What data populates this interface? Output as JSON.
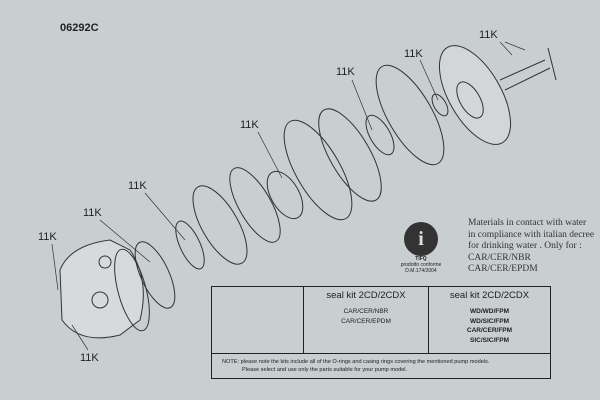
{
  "drawing_code": "06292C",
  "part_label": "11K",
  "labels": [
    "11K",
    "11K",
    "11K",
    "11K",
    "11K",
    "11K",
    "11K",
    "11K"
  ],
  "certification": {
    "logo_letter": "i",
    "logo_name": "TIFQ",
    "logo_caption_1": "prodotto conforme",
    "logo_caption_2": "D.M.174/2004",
    "text": [
      "Materials in contact with water",
      "in compliance with italian decree",
      "for drinking water . Only for :",
      "CAR/CER/NBR",
      "CAR/CER/EPDM"
    ]
  },
  "table": {
    "columns": [
      {
        "title": "seal kit 2CD/2CDX",
        "items": [
          "CAR/CER/NBR",
          "CAR/CER/EPDM"
        ]
      },
      {
        "title": "seal kit 2CD/2CDX",
        "items": [
          "WD/WD/FPM",
          "WD/SIC/FPM",
          "CAR/CER/FPM",
          "SIC/SIC/FPM"
        ]
      }
    ],
    "note_label": "NOTE:",
    "note_lines": [
      "please note the kits include all of the O-rings and casing rings covering the mentioned pump models.",
      "Please select and use only the parts suitable for your pump model."
    ]
  }
}
